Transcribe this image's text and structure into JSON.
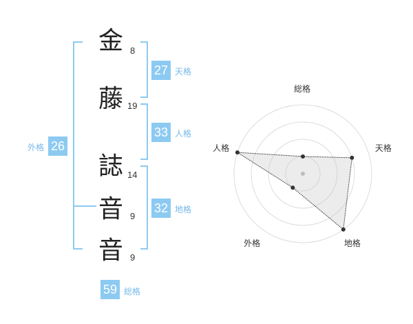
{
  "name_chars": [
    {
      "char": "金",
      "strokes": "8"
    },
    {
      "char": "藤",
      "strokes": "19"
    },
    {
      "char": "誌",
      "strokes": "14"
    },
    {
      "char": "音",
      "strokes": "9"
    },
    {
      "char": "音",
      "strokes": "9"
    }
  ],
  "kakusu": {
    "tenkaku": {
      "label": "天格",
      "value": "27"
    },
    "jinkaku": {
      "label": "人格",
      "value": "33"
    },
    "chikaku": {
      "label": "地格",
      "value": "32"
    },
    "gaikaku": {
      "label": "外格",
      "value": "26"
    },
    "soukaku": {
      "label": "総格",
      "value": "59"
    }
  },
  "colors": {
    "accent": "#8ccaf2",
    "accent_text": "#76b9ea"
  },
  "chart_data": {
    "type": "radar",
    "axes": [
      "総格",
      "天格",
      "地格",
      "外格",
      "人格"
    ],
    "values": [
      1,
      3,
      4,
      1,
      4
    ],
    "rmax": 4,
    "grid_rings": 4
  }
}
